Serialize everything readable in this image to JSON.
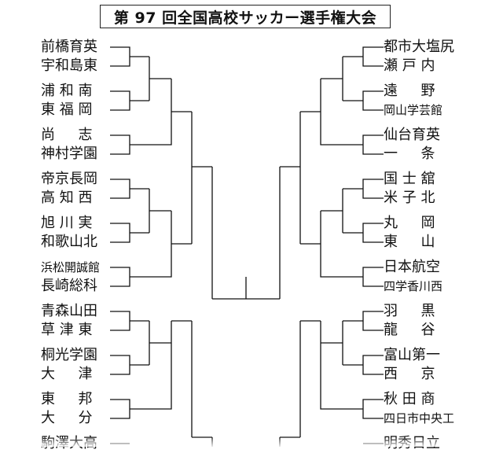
{
  "title": "第 97 回全国高校サッカー選手権大会",
  "left_teams": [
    "前橋育英",
    "宇和島東",
    "浦 和 南",
    "東 福 岡",
    "尚 　 志",
    "神村学園",
    "帝京長岡",
    "高 知 西",
    "旭 川 実",
    "和歌山北",
    "浜松開誠館",
    "長崎総科",
    "青森山田",
    "草 津 東",
    "桐光学園",
    "大 　 津",
    "東 　 邦",
    "大 　 分",
    "駒澤大高"
  ],
  "right_teams": [
    "都市大塩尻",
    "瀬 戸 内",
    "遠 　 野",
    "岡山学芸館",
    "仙台育英",
    "一 　 条",
    "国 士 舘",
    "米 子 北",
    "丸 　 岡",
    "東 　 山",
    "日本航空",
    "四学香川西",
    "羽 　 黒",
    "龍 　 谷",
    "富山第一",
    "西 　 京",
    "秋 田 商",
    "四日市中央工",
    "明秀日立"
  ]
}
